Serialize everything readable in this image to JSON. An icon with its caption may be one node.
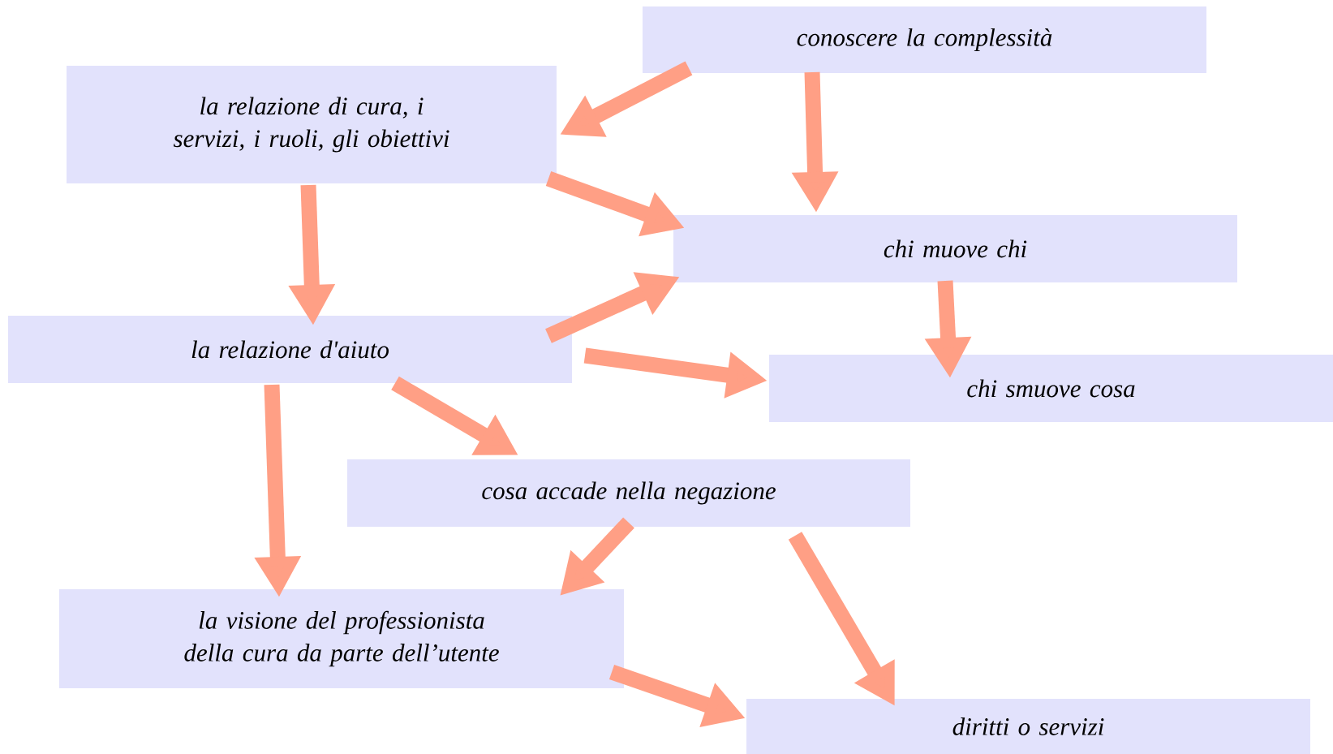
{
  "diagram": {
    "nodes": [
      {
        "text": [
          "conoscere la complessità"
        ]
      },
      {
        "text": [
          "la relazione di cura, i servizi, i ruoli, gli obiettivi"
        ]
      },
      {
        "text": [
          "chi muove chi"
        ]
      },
      {
        "text": [
          "la relazione d'aiuto"
        ]
      },
      {
        "text": [
          "chi smuove cosa"
        ]
      },
      {
        "text": [
          "cosa accade nella negazione"
        ]
      },
      {
        "text": [
          "la visione del professionista della cura da parte dell’utente"
        ]
      },
      {
        "text": [
          "diritti o servizi"
        ]
      }
    ],
    "edges": [
      {
        "from": 0,
        "to": 1,
        "arrow": "to"
      },
      {
        "from": 0,
        "to": 2,
        "arrow": "to"
      },
      {
        "from": 1,
        "to": 2,
        "arrow": "to"
      },
      {
        "from": 1,
        "to": 3,
        "arrow": "to"
      },
      {
        "from": 3,
        "to": 2,
        "arrow": "to"
      },
      {
        "from": 3,
        "to": 4,
        "arrow": "to"
      },
      {
        "from": 2,
        "to": 4,
        "arrow": "to"
      },
      {
        "from": 3,
        "to": 5,
        "arrow": "to"
      },
      {
        "from": 3,
        "to": 6,
        "arrow": "to"
      },
      {
        "from": 5,
        "to": 6,
        "arrow": "to"
      },
      {
        "from": 5,
        "to": 7,
        "arrow": "to"
      },
      {
        "from": 6,
        "to": 7,
        "arrow": "to"
      }
    ]
  }
}
